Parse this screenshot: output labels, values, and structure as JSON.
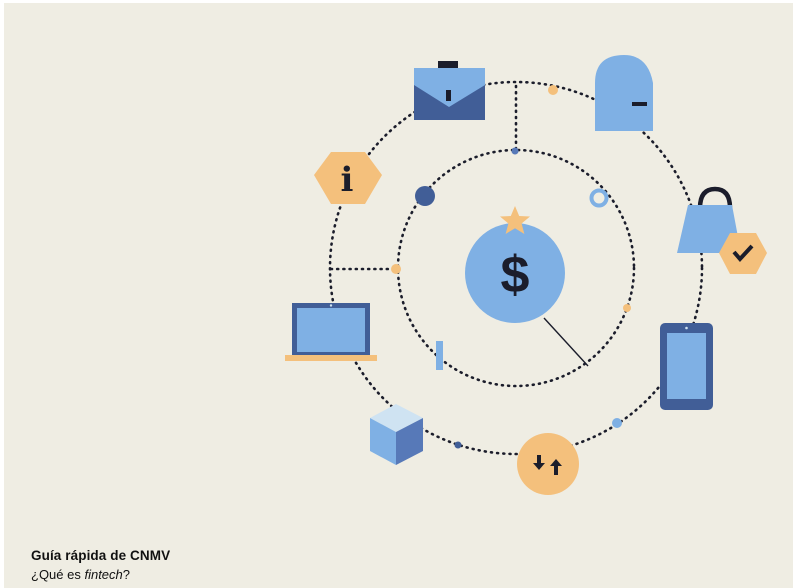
{
  "illustration": {
    "center_symbol": "$",
    "info_symbol": "i",
    "colors": {
      "background": "#efede3",
      "light_blue": "#7fb0e4",
      "dark_blue": "#415e97",
      "mid_blue": "#5779b8",
      "orange": "#f4c07c",
      "pale_blue": "#cfe3f2",
      "ink": "#1b1d2b"
    },
    "icons": [
      "briefcase-icon",
      "person-head-icon",
      "shopping-bag-icon",
      "checkmark-badge-icon",
      "smartphone-icon",
      "exchange-arrows-icon",
      "cube-icon",
      "laptop-icon",
      "info-badge-icon",
      "dollar-coin-icon",
      "star-icon"
    ]
  },
  "caption": {
    "title": "Guía rápida de CNMV",
    "subtitle_prefix": "¿Qué es ",
    "subtitle_emphasis": "fintech",
    "subtitle_suffix": "?"
  }
}
